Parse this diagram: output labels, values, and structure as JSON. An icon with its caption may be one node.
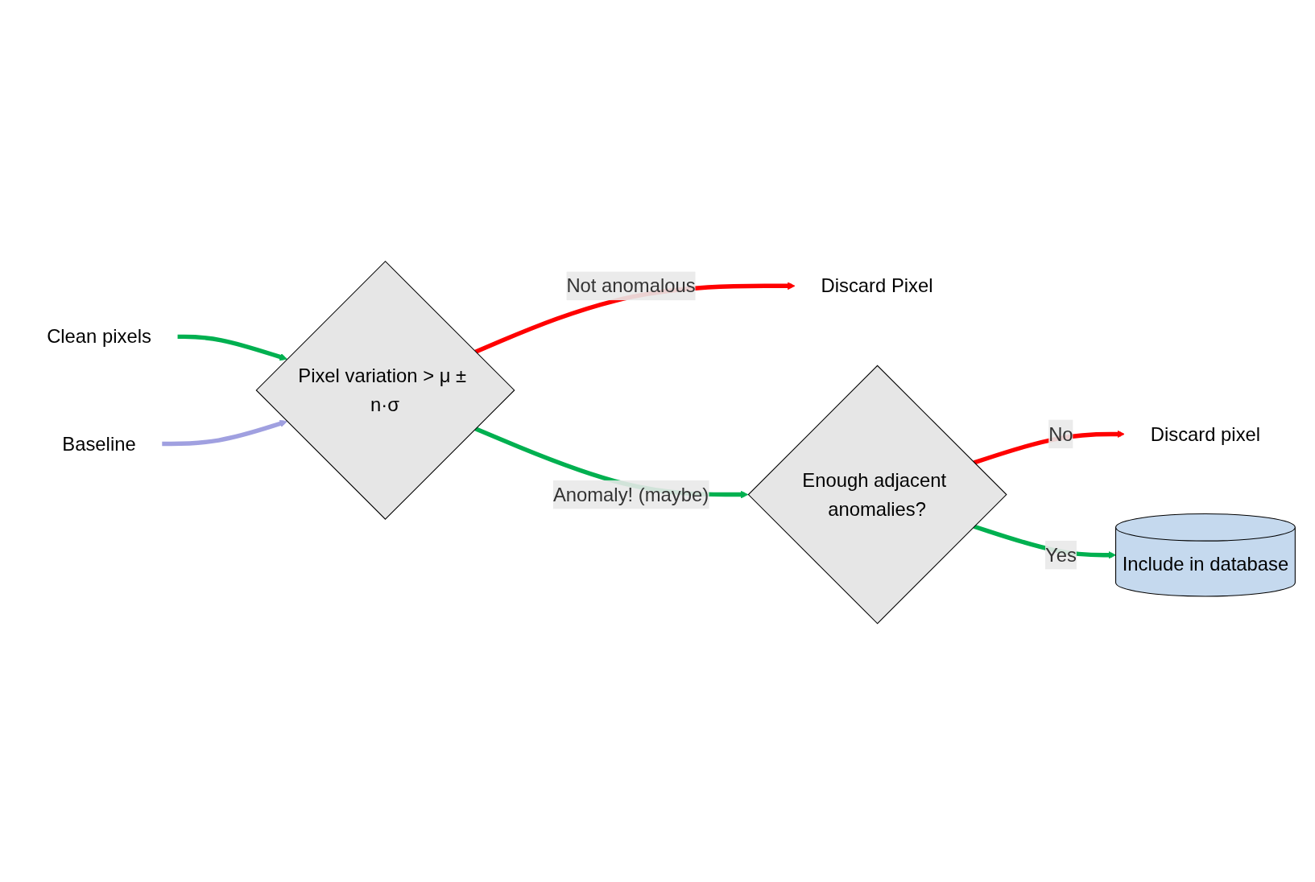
{
  "diagram": {
    "nodes": [
      {
        "text": [
          "Clean pixels"
        ]
      },
      {
        "text": [
          "Baseline"
        ]
      },
      {
        "text": [
          "Pixel variation > μ ± n·σ"
        ]
      },
      {
        "text": [
          "Discard Pixel"
        ]
      },
      {
        "text": [
          "Enough adjacent anomalies?"
        ]
      },
      {
        "text": [
          "Discard pixel"
        ]
      },
      {
        "text": [
          "Include in database"
        ]
      }
    ],
    "edges": [
      {
        "from": 0,
        "to": 2,
        "arrow": "to",
        "color": "#00b050"
      },
      {
        "from": 1,
        "to": 2,
        "arrow": "to",
        "color": "#a0a0e0"
      },
      {
        "from": 2,
        "to": 3,
        "arrow": "to",
        "label": "Not anomalous",
        "color": "#ff0000"
      },
      {
        "from": 2,
        "to": 4,
        "arrow": "to",
        "label": "Anomaly! (maybe)",
        "color": "#00b050"
      },
      {
        "from": 4,
        "to": 5,
        "arrow": "to",
        "label": "No",
        "color": "#ff0000"
      },
      {
        "from": 4,
        "to": 6,
        "arrow": "to",
        "label": "Yes",
        "color": "#00b050"
      }
    ]
  }
}
